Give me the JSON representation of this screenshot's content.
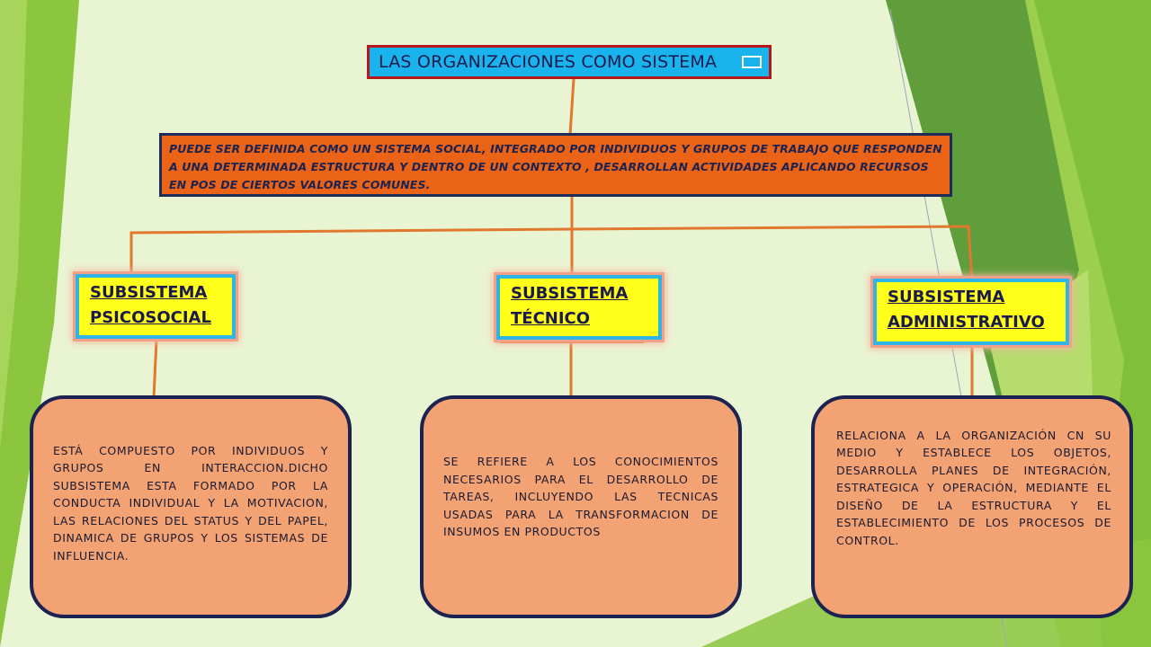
{
  "title": "LAS ORGANIZACIONES COMO SISTEMA",
  "definition": "PUEDE SER DEFINIDA COMO UN SISTEMA SOCIAL, INTEGRADO POR INDIVIDUOS Y GRUPOS DE TRABAJO QUE RESPONDEN A UNA DETERMINADA ESTRUCTURA Y DENTRO DE UN CONTEXTO , DESARROLLAN ACTIVIDADES APLICANDO RECURSOS EN POS DE CIERTOS VALORES COMUNES.",
  "subsystems": [
    {
      "line1": "SUBSISTEMA",
      "line2": "PSICOSOCIAL",
      "description": "ESTÁ COMPUESTO POR INDIVIDUOS Y GRUPOS EN INTERACCION.DICHO SUBSISTEMA ESTA FORMADO POR LA CONDUCTA INDIVIDUAL Y LA MOTIVACION, LAS RELACIONES DEL STATUS Y DEL PAPEL, DINAMICA DE GRUPOS Y LOS SISTEMAS DE INFLUENCIA."
    },
    {
      "line1": "SUBSISTEMA",
      "line2": "TÉCNICO",
      "description": "SE REFIERE A LOS CONOCIMIENTOS NECESARIOS PARA EL DESARROLLO DE TAREAS, INCLUYENDO LAS TECNICAS USADAS PARA LA TRANSFORMACION DE INSUMOS EN PRODUCTOS"
    },
    {
      "line1": "SUBSISTEMA",
      "line2": "ADMINISTRATIVO",
      "description": "RELACIONA A LA ORGANIZACIÓN CN SU MEDIO Y ESTABLECE LOS OBJETOS, DESARROLLA PLANES DE INTEGRACIÓN, ESTRATEGICA Y OPERACIÓN, MEDIANTE EL DISEÑO DE LA ESTRUCTURA Y EL ESTABLECIMIENTO DE LOS PROCESOS DE CONTROL."
    }
  ],
  "colors": {
    "background": "#e9f4d3",
    "title_fill": "#19b4ee",
    "title_border": "#b5181b",
    "definition_fill": "#ea6316",
    "subsystem_fill": "#ffff1a",
    "description_fill": "#f2a273",
    "connector": "#e0782e",
    "leaf_green": "#8cc63f"
  }
}
